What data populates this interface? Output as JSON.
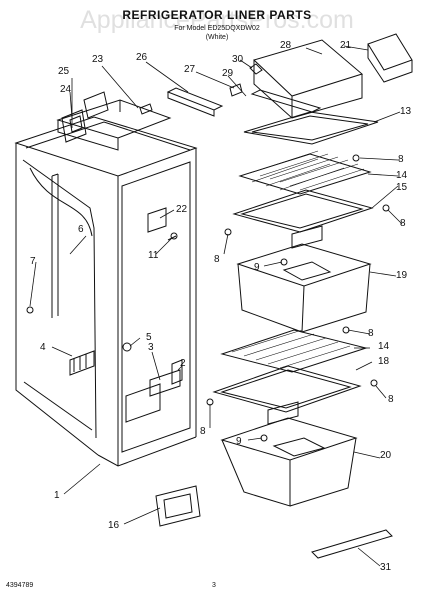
{
  "header": {
    "title": "REFRIGERATOR LINER PARTS",
    "model": "For Model ED25DQXDW02",
    "color": "(White)"
  },
  "watermark": "AppliancePartsPros.com",
  "footer": {
    "doc_code": "4394789",
    "page_number": "3"
  },
  "callouts": [
    "1",
    "2",
    "3",
    "4",
    "5",
    "6",
    "7",
    "8",
    "8",
    "8",
    "8",
    "8",
    "8",
    "9",
    "9",
    "11",
    "13",
    "14",
    "14",
    "15",
    "16",
    "18",
    "19",
    "20",
    "21",
    "22",
    "23",
    "24",
    "25",
    "26",
    "27",
    "28",
    "29",
    "30",
    "31"
  ]
}
